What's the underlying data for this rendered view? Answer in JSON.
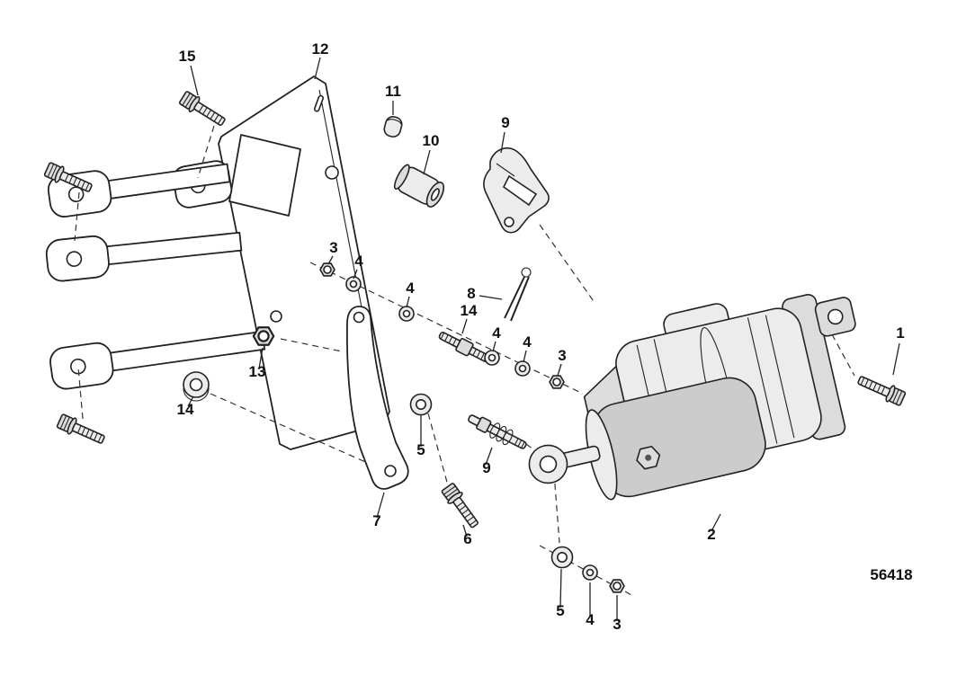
{
  "diagram": {
    "type": "exploded-parts-diagram",
    "drawing_number": "56418",
    "callouts": [
      {
        "label": "15"
      },
      {
        "label": "12"
      },
      {
        "label": "11"
      },
      {
        "label": "10"
      },
      {
        "label": "9"
      },
      {
        "label": "3"
      },
      {
        "label": "4"
      },
      {
        "label": "8"
      },
      {
        "label": "4"
      },
      {
        "label": "14"
      },
      {
        "label": "4"
      },
      {
        "label": "4"
      },
      {
        "label": "3"
      },
      {
        "label": "13"
      },
      {
        "label": "14"
      },
      {
        "label": "5"
      },
      {
        "label": "9"
      },
      {
        "label": "7"
      },
      {
        "label": "6"
      },
      {
        "label": "2"
      },
      {
        "label": "1"
      },
      {
        "label": "5"
      },
      {
        "label": "4"
      },
      {
        "label": "3"
      }
    ]
  },
  "colors": {
    "line": "#222222",
    "background": "#ffffff",
    "metal_light": "#ececec",
    "metal_mid": "#dcdcdc",
    "metal_dark": "#cccccc"
  }
}
